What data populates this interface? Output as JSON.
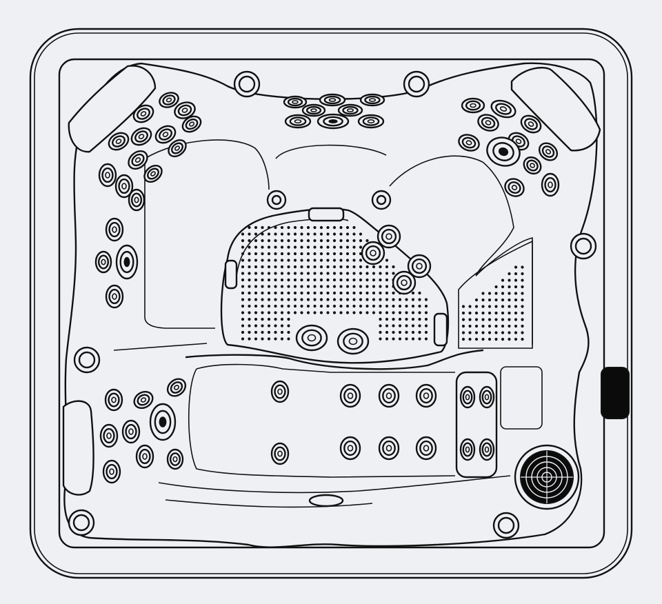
{
  "colors": {
    "background": "#eef0f4",
    "line": "#111111",
    "fill_dark": "#0b0b0b"
  },
  "features": {
    "seats": [
      "corner-seat-left",
      "corner-seat-right",
      "lounge-seat",
      "center-seat",
      "right-seat"
    ],
    "components": [
      "jet",
      "pillow",
      "cup-holder",
      "filter",
      "drain-grate",
      "dot-pattern"
    ]
  }
}
